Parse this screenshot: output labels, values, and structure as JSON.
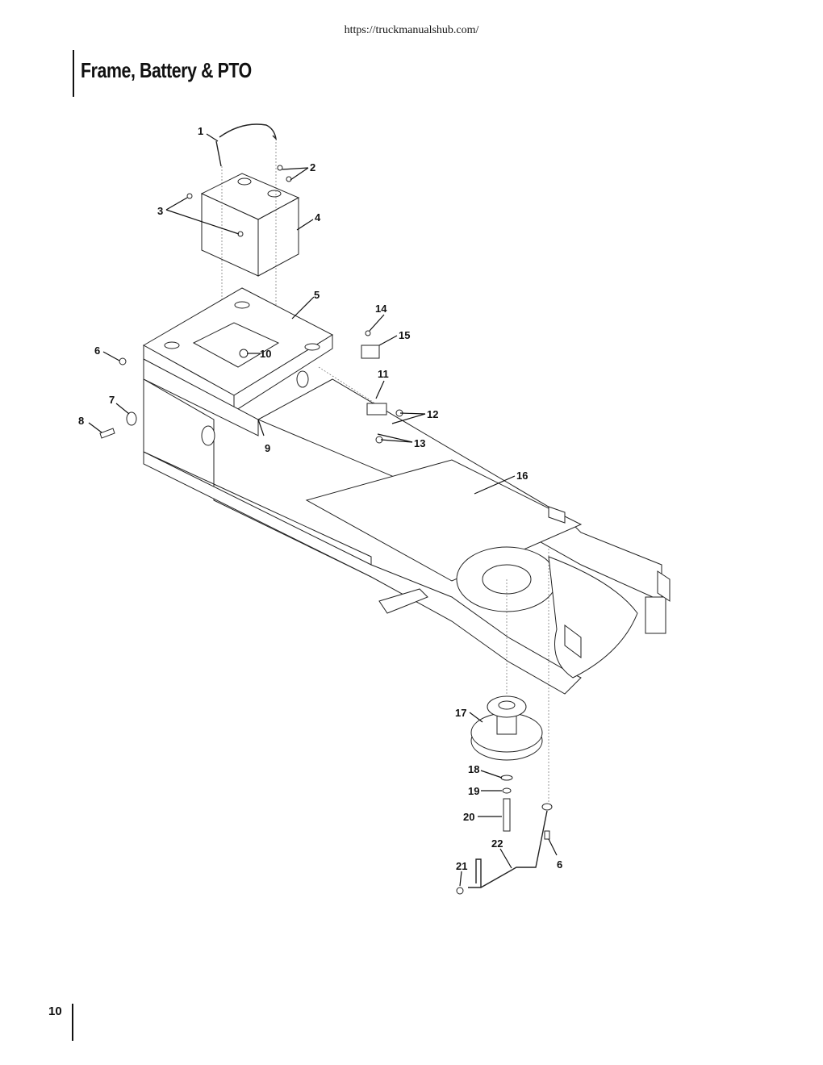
{
  "header": {
    "url": "https://truckmanualshub.com/"
  },
  "title": "Frame, Battery & PTO",
  "page_number": "10",
  "callouts": [
    "1",
    "2",
    "3",
    "4",
    "5",
    "6",
    "7",
    "8",
    "9",
    "10",
    "11",
    "12",
    "13",
    "14",
    "15",
    "16",
    "17",
    "18",
    "19",
    "20",
    "21",
    "22",
    "6"
  ]
}
